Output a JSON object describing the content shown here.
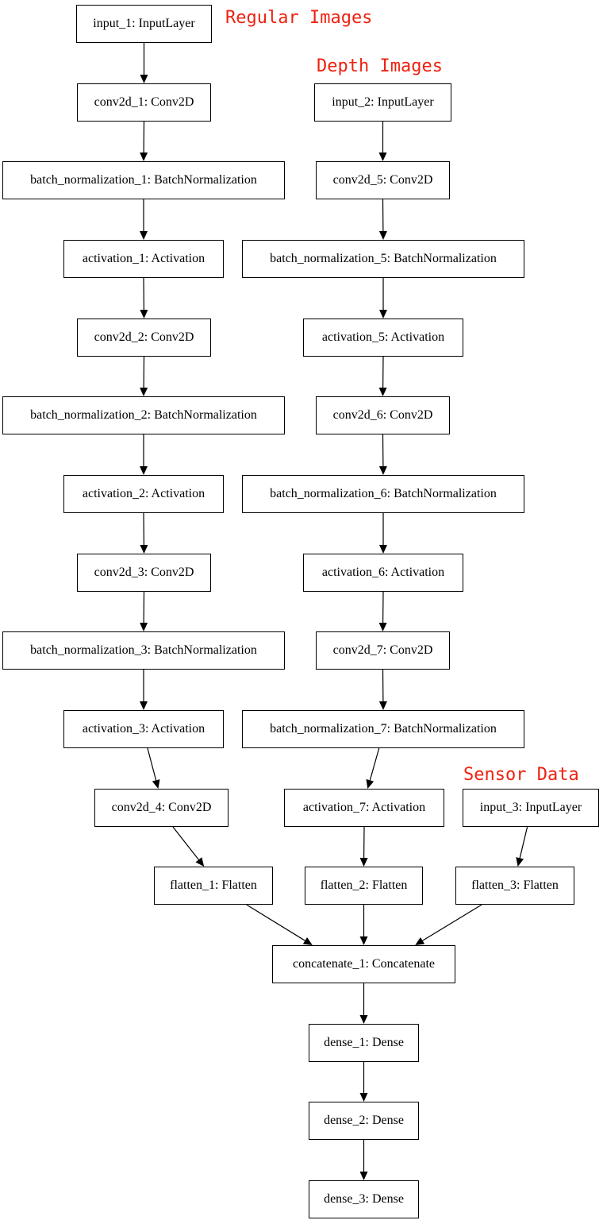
{
  "colors": {
    "annotation": "#ee2211",
    "stroke": "#000000",
    "background": "#ffffff"
  },
  "annotations": {
    "regular": "Regular Images",
    "depth": "Depth Images",
    "sensor": "Sensor Data"
  },
  "nodes": {
    "input_1": "input_1: InputLayer",
    "conv2d_1": "conv2d_1: Conv2D",
    "bn_1": "batch_normalization_1: BatchNormalization",
    "act_1": "activation_1: Activation",
    "conv2d_2": "conv2d_2: Conv2D",
    "bn_2": "batch_normalization_2: BatchNormalization",
    "act_2": "activation_2: Activation",
    "conv2d_3": "conv2d_3: Conv2D",
    "bn_3": "batch_normalization_3: BatchNormalization",
    "act_3": "activation_3: Activation",
    "conv2d_4": "conv2d_4: Conv2D",
    "flatten_1": "flatten_1: Flatten",
    "input_2": "input_2: InputLayer",
    "conv2d_5": "conv2d_5: Conv2D",
    "bn_5": "batch_normalization_5: BatchNormalization",
    "act_5": "activation_5: Activation",
    "conv2d_6": "conv2d_6: Conv2D",
    "bn_6": "batch_normalization_6: BatchNormalization",
    "act_6": "activation_6: Activation",
    "conv2d_7": "conv2d_7: Conv2D",
    "bn_7": "batch_normalization_7: BatchNormalization",
    "act_7": "activation_7: Activation",
    "flatten_2": "flatten_2: Flatten",
    "input_3": "input_3: InputLayer",
    "flatten_3": "flatten_3: Flatten",
    "concat_1": "concatenate_1: Concatenate",
    "dense_1": "dense_1: Dense",
    "dense_2": "dense_2: Dense",
    "dense_3": "dense_3: Dense"
  },
  "edges": [
    [
      "input_1",
      "conv2d_1"
    ],
    [
      "conv2d_1",
      "bn_1"
    ],
    [
      "bn_1",
      "act_1"
    ],
    [
      "act_1",
      "conv2d_2"
    ],
    [
      "conv2d_2",
      "bn_2"
    ],
    [
      "bn_2",
      "act_2"
    ],
    [
      "act_2",
      "conv2d_3"
    ],
    [
      "conv2d_3",
      "bn_3"
    ],
    [
      "bn_3",
      "act_3"
    ],
    [
      "act_3",
      "conv2d_4"
    ],
    [
      "conv2d_4",
      "flatten_1"
    ],
    [
      "input_2",
      "conv2d_5"
    ],
    [
      "conv2d_5",
      "bn_5"
    ],
    [
      "bn_5",
      "act_5"
    ],
    [
      "act_5",
      "conv2d_6"
    ],
    [
      "conv2d_6",
      "bn_6"
    ],
    [
      "bn_6",
      "act_6"
    ],
    [
      "act_6",
      "conv2d_7"
    ],
    [
      "conv2d_7",
      "bn_7"
    ],
    [
      "bn_7",
      "act_7"
    ],
    [
      "act_7",
      "flatten_2"
    ],
    [
      "input_3",
      "flatten_3"
    ],
    [
      "flatten_1",
      "concat_1"
    ],
    [
      "flatten_2",
      "concat_1"
    ],
    [
      "flatten_3",
      "concat_1"
    ],
    [
      "concat_1",
      "dense_1"
    ],
    [
      "dense_1",
      "dense_2"
    ],
    [
      "dense_2",
      "dense_3"
    ]
  ]
}
